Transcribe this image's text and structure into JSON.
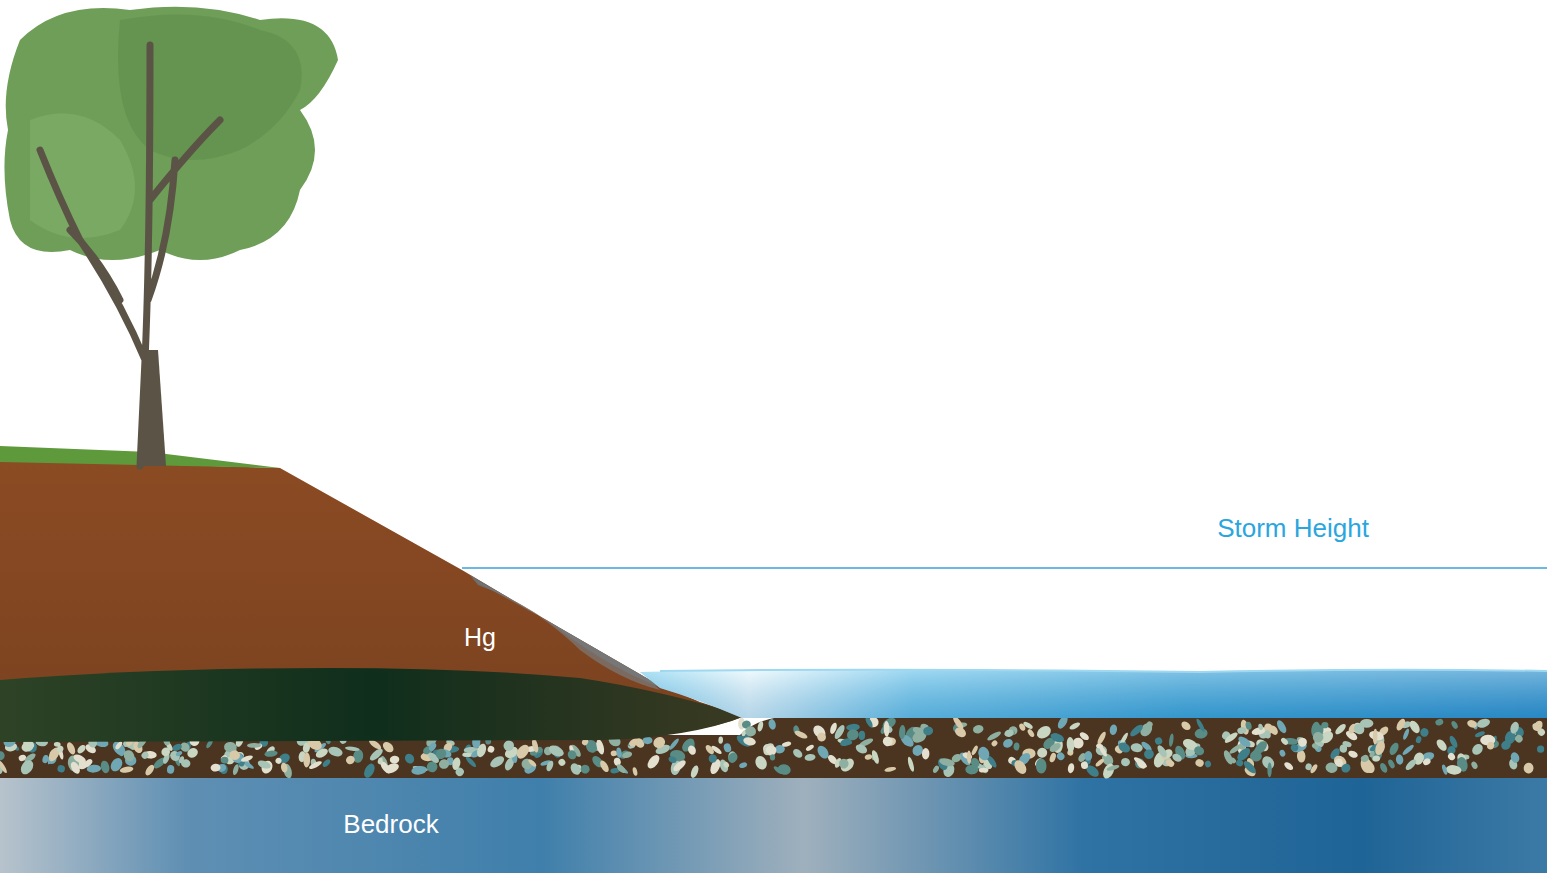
{
  "diagram": {
    "labels": [
      "Storm Height",
      "Hg",
      "Bedrock"
    ]
  }
}
